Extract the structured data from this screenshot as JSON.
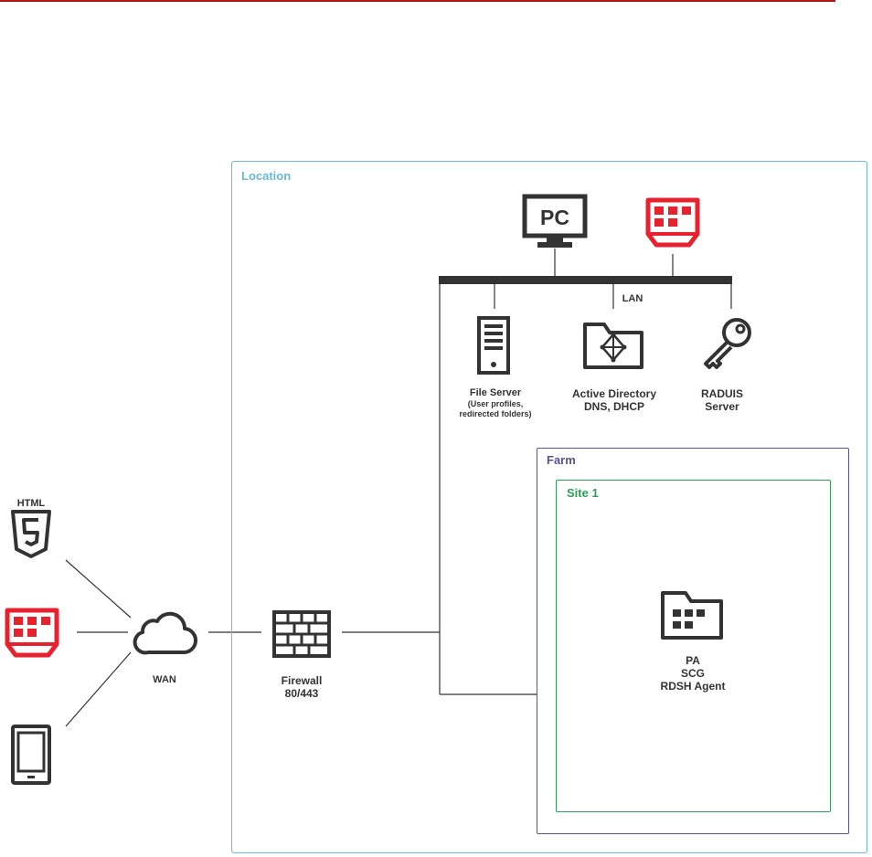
{
  "containers": {
    "location": "Location",
    "farm": "Farm",
    "site": "Site 1"
  },
  "network": {
    "lan": "LAN"
  },
  "nodes": {
    "file_server": {
      "title": "File Server",
      "sub1": "(User profiles,",
      "sub2": "redirected folders)"
    },
    "active_directory": {
      "line1": "Active Directory",
      "line2": "DNS, DHCP"
    },
    "radius": {
      "line1": "RADUIS",
      "line2": "Server"
    },
    "pc": {
      "text": "PC"
    },
    "html5": {
      "text": "HTML"
    },
    "wan": {
      "label": "WAN"
    },
    "firewall": {
      "line1": "Firewall",
      "line2": "80/443"
    },
    "pa": {
      "line1": "PA",
      "line2": "SCG",
      "line3": "RDSH Agent"
    }
  },
  "icons": [
    "pc-icon",
    "thin-client-icon",
    "html5-icon",
    "cloud-icon",
    "firewall-icon",
    "file-server-icon",
    "folder-network-icon",
    "key-icon",
    "tablet-icon",
    "pa-folder-icon"
  ],
  "colors": {
    "accent": "#b5121b",
    "client_red": "#e8212e",
    "location": "#6bb6dd",
    "farm": "#5b4f96",
    "site": "#2e9e57",
    "icon": "#333333"
  }
}
